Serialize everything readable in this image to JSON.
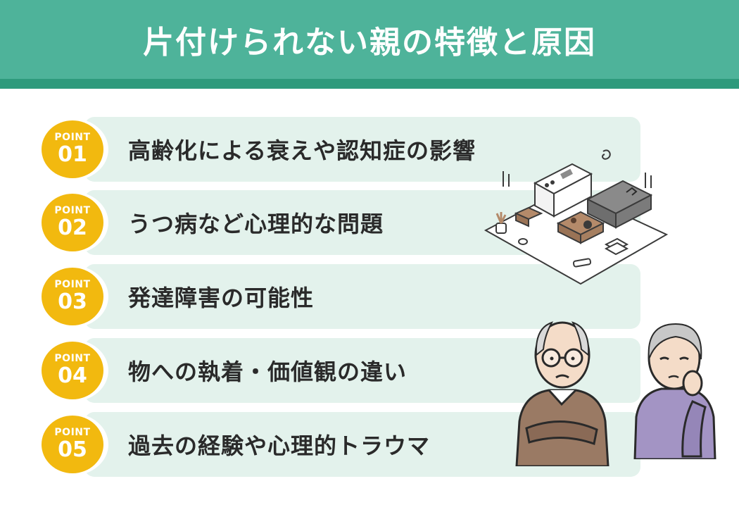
{
  "title": "片付けられない親の特徴と原因",
  "colors": {
    "header": "#4eb39a",
    "header_band": "#2e9a7c",
    "row_background": "#e3f2ec",
    "badge": "#f2b90f",
    "text": "#2a2a2a"
  },
  "points": [
    {
      "label": "POINT",
      "number": "01",
      "text": "高齢化による衰えや認知症の影響"
    },
    {
      "label": "POINT",
      "number": "02",
      "text": "うつ病など心理的な問題"
    },
    {
      "label": "POINT",
      "number": "03",
      "text": "発達障害の可能性"
    },
    {
      "label": "POINT",
      "number": "04",
      "text": "物への執着・価値観の違い"
    },
    {
      "label": "POINT",
      "number": "05",
      "text": "過去の経験や心理的トラウマ"
    }
  ],
  "illustrations": {
    "room": "messy-room-isometric-illustration",
    "elderly_man": "worried-elderly-man-illustration",
    "elderly_woman": "worried-elderly-woman-illustration"
  }
}
